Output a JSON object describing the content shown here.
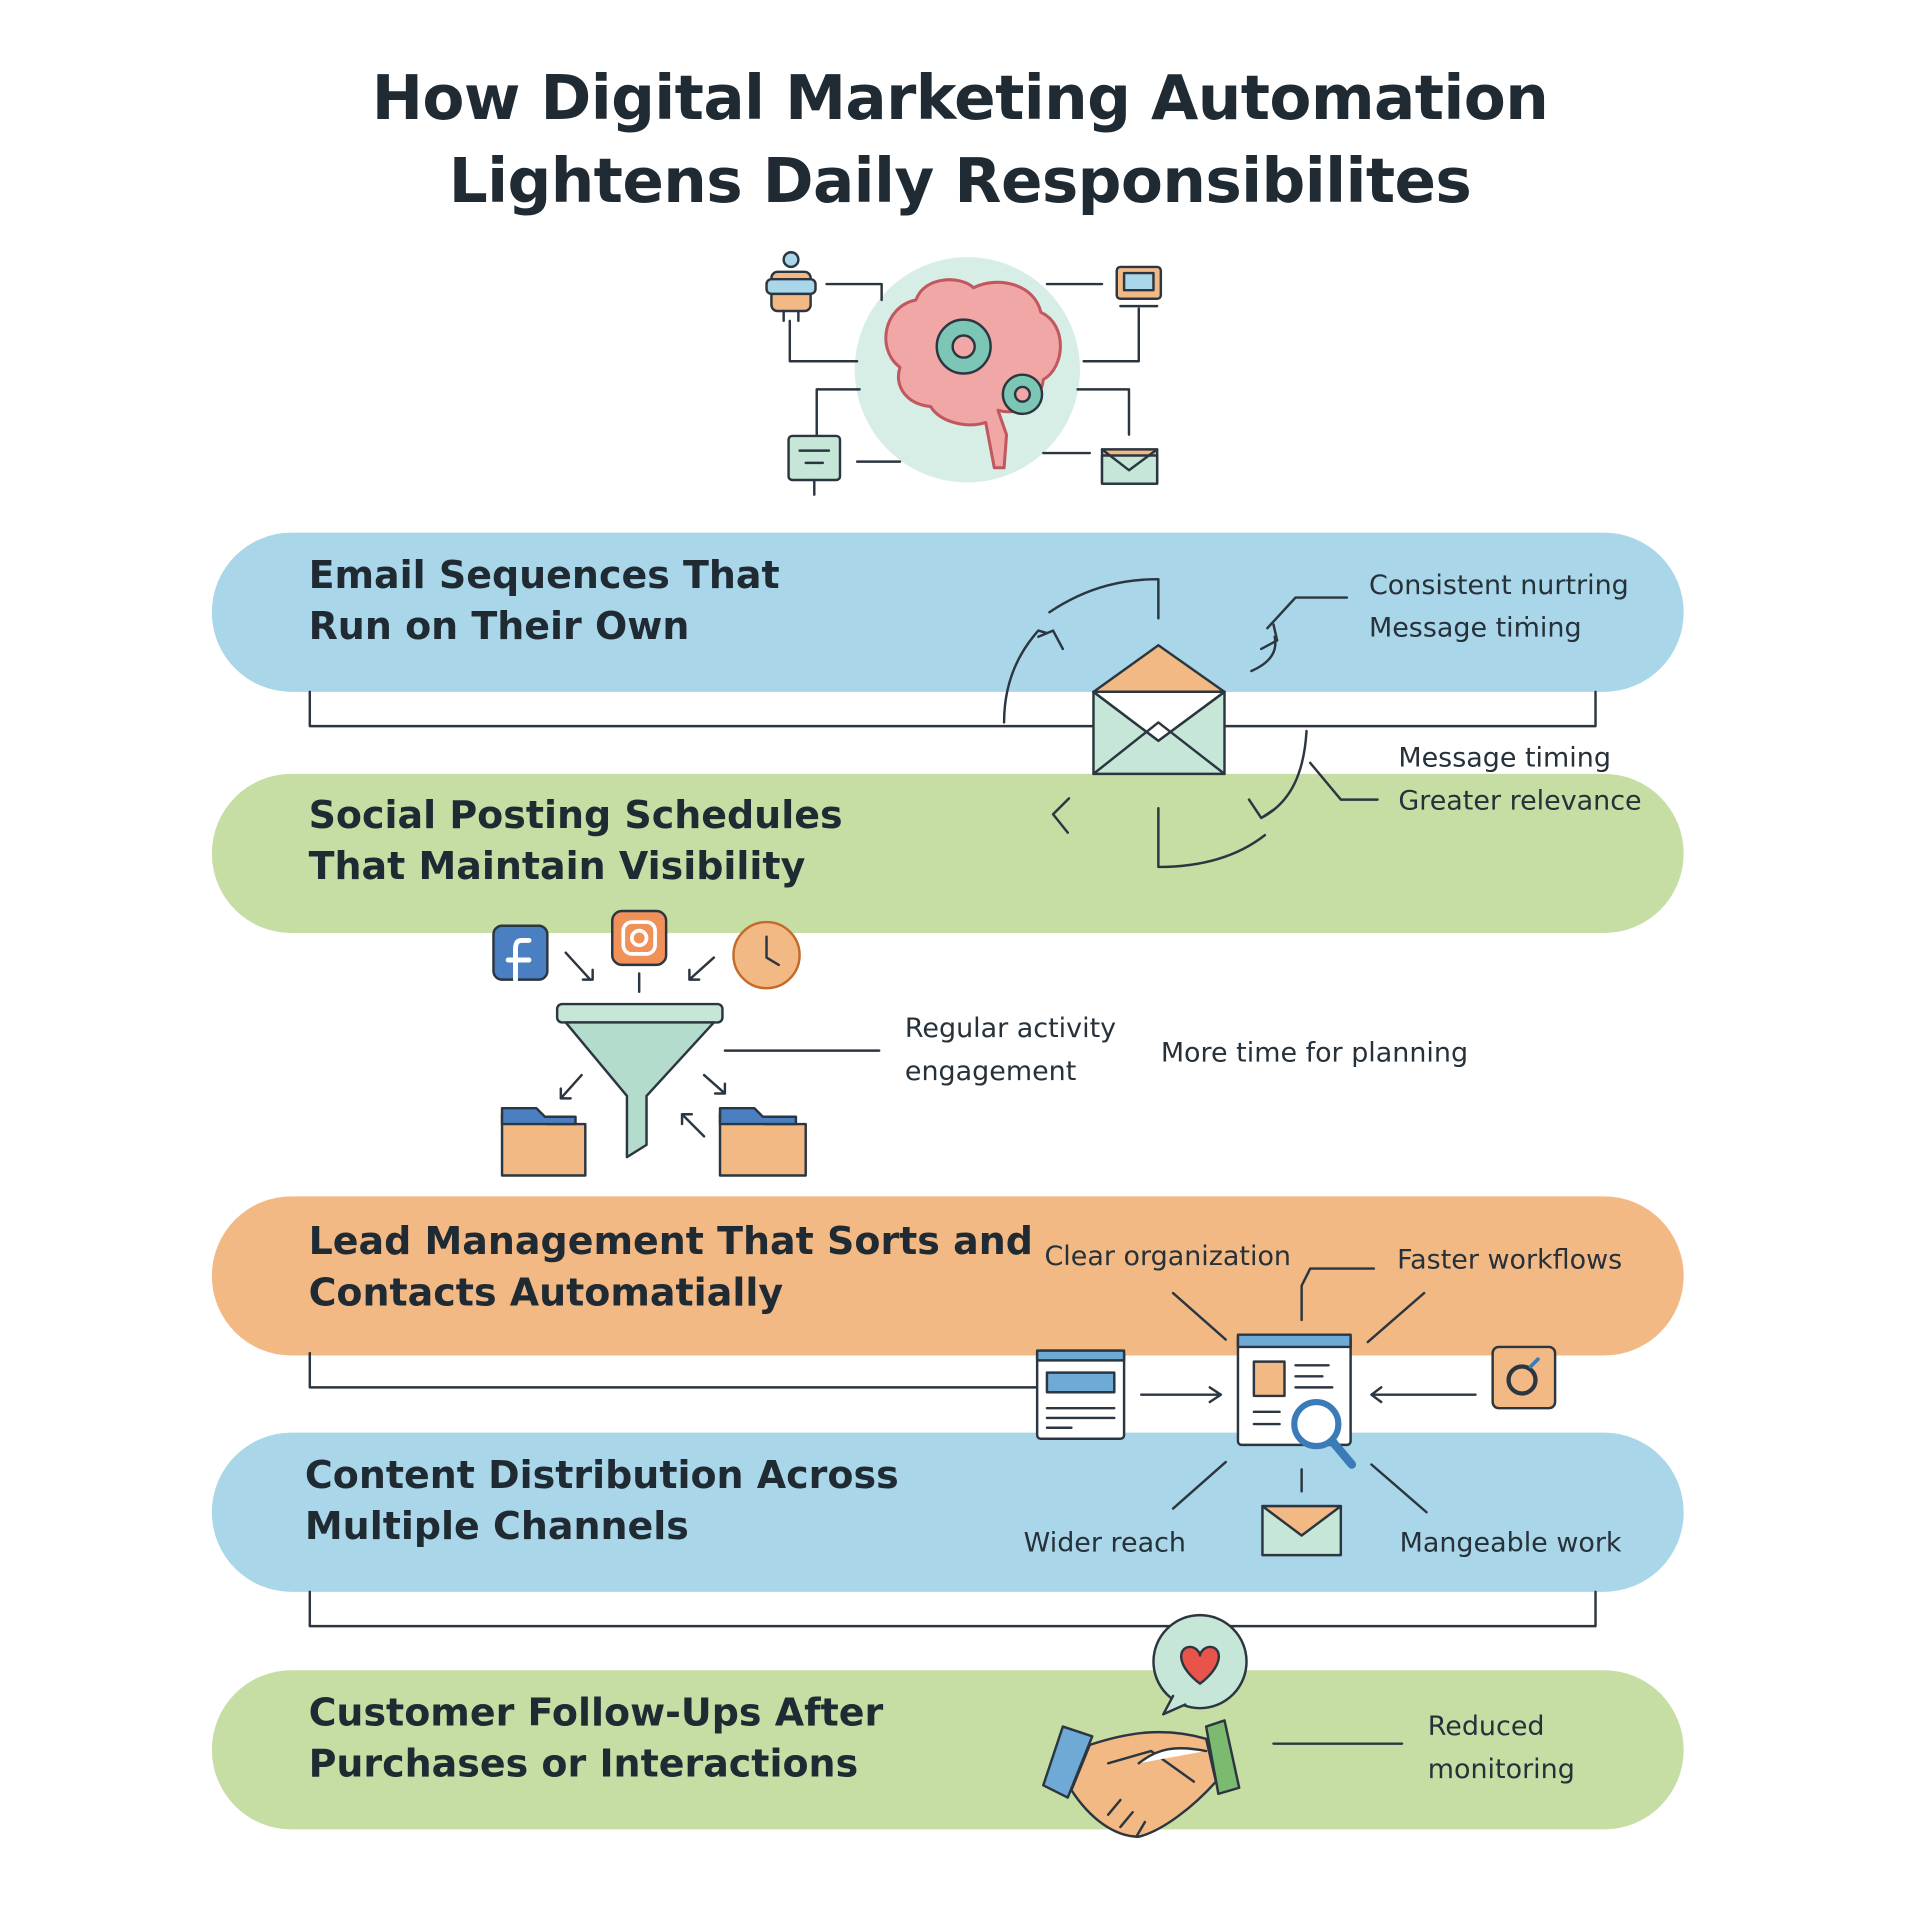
{
  "title": {
    "line1": "How Digital Marketing Automation",
    "line2": "Lightens Daily Responsibilites"
  },
  "colors": {
    "blue": "#a9d6e8",
    "green": "#c6dda4",
    "orange": "#f3b985",
    "ink": "#2b3640"
  },
  "sections": [
    {
      "line1": "Email Sequences That",
      "line2": "Run on Their Own",
      "labels": [
        "Consistent nurtring",
        "Message tiṁing",
        "Message timing",
        "Greater relevance"
      ]
    },
    {
      "line1": "Social Posting Schedules",
      "line2": "That Maintain Visibility",
      "labels": [
        "Regular activity",
        "engagement",
        "More time for planning"
      ]
    },
    {
      "line1": "Lead Management That Sorts and",
      "line2": "Contacts Automatially",
      "labels": [
        "Clear organization",
        "Faster workflows"
      ]
    },
    {
      "line1": "Content Distribution Across",
      "line2": "Multiple Channels",
      "labels": [
        "Wider reach",
        "Mangeable work"
      ]
    },
    {
      "line1": "Customer Follow-Ups After",
      "line2": "Purchases or Interactions",
      "labels": [
        "Reduced",
        "monitoring"
      ]
    }
  ],
  "icons": [
    "robot-icon",
    "brain-gears-icon",
    "monitor-icon",
    "sign-icon",
    "envelope-icon",
    "facebook-icon",
    "instagram-icon",
    "clock-icon",
    "funnel-icon",
    "folder-icon",
    "browser-window-icon",
    "magnifier-icon",
    "handshake-icon",
    "heart-bubble-icon"
  ]
}
